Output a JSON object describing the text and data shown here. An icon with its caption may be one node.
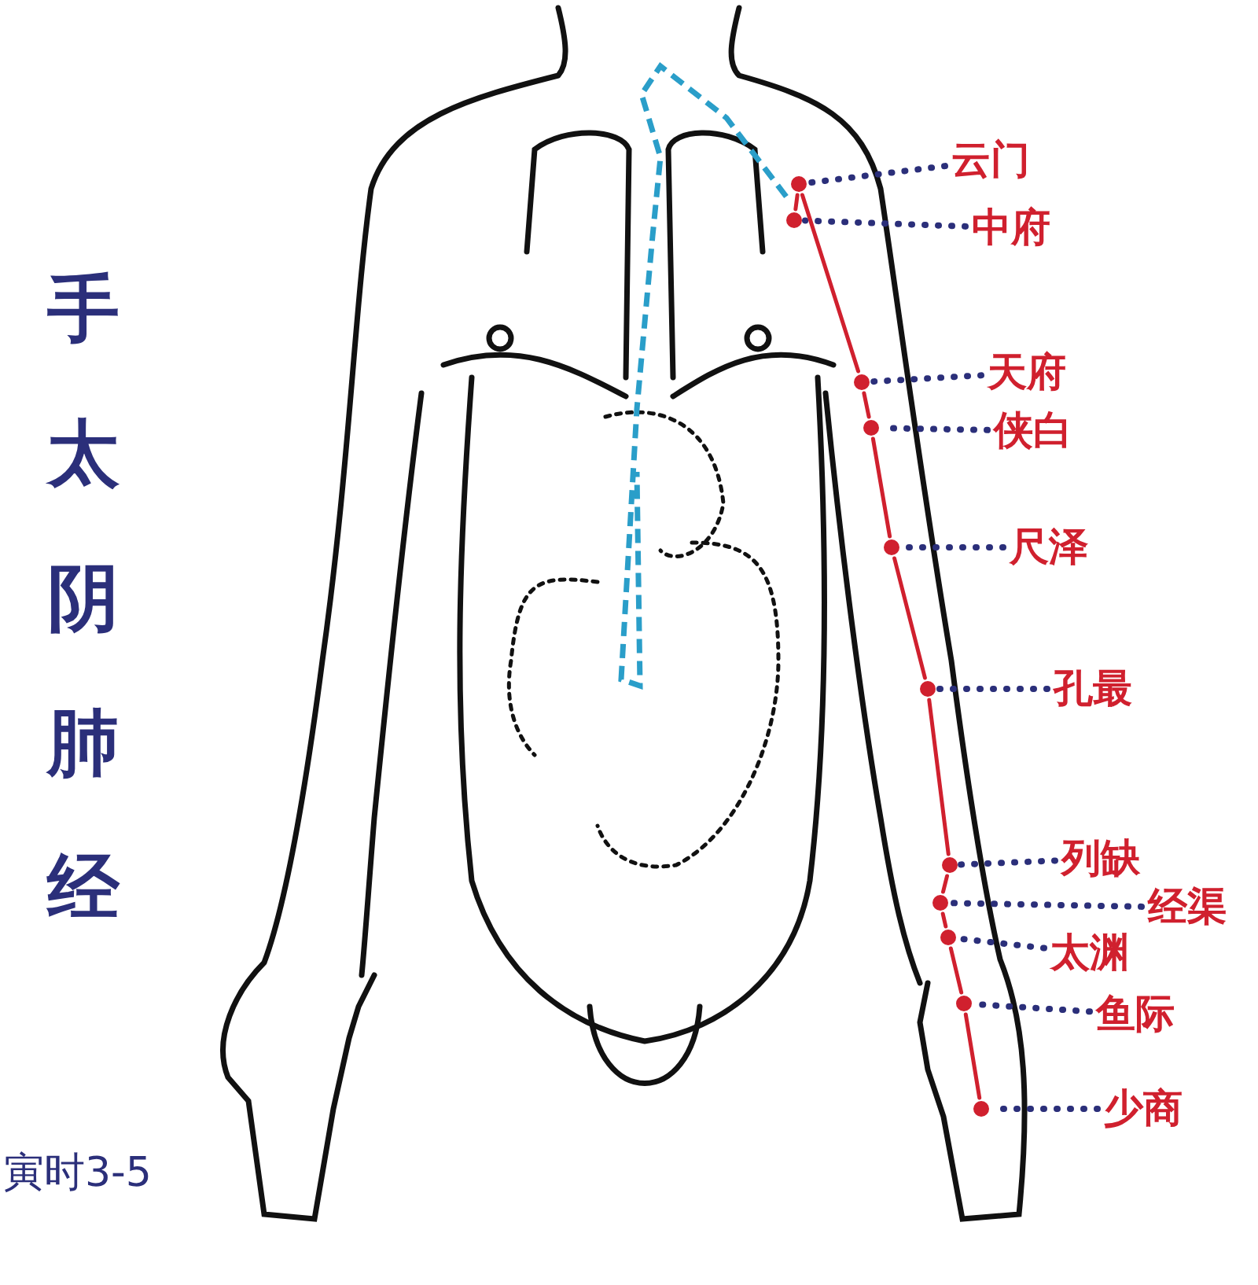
{
  "diagram": {
    "title": "手太阴肺经",
    "nodes": [
      {
        "text": [
          "云门"
        ]
      },
      {
        "text": [
          "中府"
        ]
      },
      {
        "text": [
          "天府"
        ]
      },
      {
        "text": [
          "侠白"
        ]
      },
      {
        "text": [
          "尺泽"
        ]
      },
      {
        "text": [
          "孔最"
        ]
      },
      {
        "text": [
          "列缺"
        ]
      },
      {
        "text": [
          "经渠"
        ]
      },
      {
        "text": [
          "太渊"
        ]
      },
      {
        "text": [
          "鱼际"
        ]
      },
      {
        "text": [
          "少商"
        ]
      },
      {
        "text": [],
        "shape": "circle"
      },
      {
        "text": [],
        "shape": "circle"
      },
      {
        "text": [],
        "shape": "circle"
      },
      {
        "text": [],
        "shape": "circle"
      },
      {
        "text": [],
        "shape": "circle"
      },
      {
        "text": [],
        "shape": "circle"
      },
      {
        "text": [],
        "shape": "circle"
      },
      {
        "text": [],
        "shape": "circle"
      },
      {
        "text": [],
        "shape": "circle"
      },
      {
        "text": [],
        "shape": "circle"
      },
      {
        "text": [],
        "shape": "circle"
      }
    ],
    "edges": [
      {
        "from": 0,
        "to": 11,
        "arrow": "none",
        "style": "dashed",
        "color": "#2b2f7a"
      },
      {
        "from": 1,
        "to": 12,
        "arrow": "none",
        "style": "dashed",
        "color": "#2b2f7a"
      },
      {
        "from": 2,
        "to": 13,
        "arrow": "none",
        "style": "dashed",
        "color": "#2b2f7a"
      },
      {
        "from": 3,
        "to": 14,
        "arrow": "none",
        "style": "dashed",
        "color": "#2b2f7a"
      },
      {
        "from": 4,
        "to": 15,
        "arrow": "none",
        "style": "dashed",
        "color": "#2b2f7a"
      },
      {
        "from": 5,
        "to": 16,
        "arrow": "none",
        "style": "dashed",
        "color": "#2b2f7a"
      },
      {
        "from": 6,
        "to": 17,
        "arrow": "none",
        "style": "dashed",
        "color": "#2b2f7a"
      },
      {
        "from": 7,
        "to": 18,
        "arrow": "none",
        "style": "dashed",
        "color": "#2b2f7a"
      },
      {
        "from": 8,
        "to": 19,
        "arrow": "none",
        "style": "dashed",
        "color": "#2b2f7a"
      },
      {
        "from": 9,
        "to": 20,
        "arrow": "none",
        "style": "dashed",
        "color": "#2b2f7a"
      },
      {
        "from": 10,
        "to": 21,
        "arrow": "none",
        "style": "dashed",
        "color": "#2b2f7a"
      },
      {
        "from": 12,
        "to": 11,
        "arrow": "none",
        "color": "#d0202e"
      },
      {
        "from": 11,
        "to": 13,
        "arrow": "none",
        "color": "#d0202e"
      },
      {
        "from": 13,
        "to": 14,
        "arrow": "none",
        "color": "#d0202e"
      },
      {
        "from": 14,
        "to": 15,
        "arrow": "none",
        "color": "#d0202e"
      },
      {
        "from": 15,
        "to": 16,
        "arrow": "none",
        "color": "#d0202e"
      },
      {
        "from": 16,
        "to": 17,
        "arrow": "none",
        "color": "#d0202e"
      },
      {
        "from": 17,
        "to": 18,
        "arrow": "none",
        "color": "#d0202e"
      },
      {
        "from": 18,
        "to": 19,
        "arrow": "none",
        "color": "#d0202e"
      },
      {
        "from": 19,
        "to": 20,
        "arrow": "none",
        "color": "#d0202e"
      },
      {
        "from": 20,
        "to": 21,
        "arrow": "none",
        "color": "#d0202e"
      }
    ],
    "labels": [
      "寅时3-5"
    ]
  }
}
